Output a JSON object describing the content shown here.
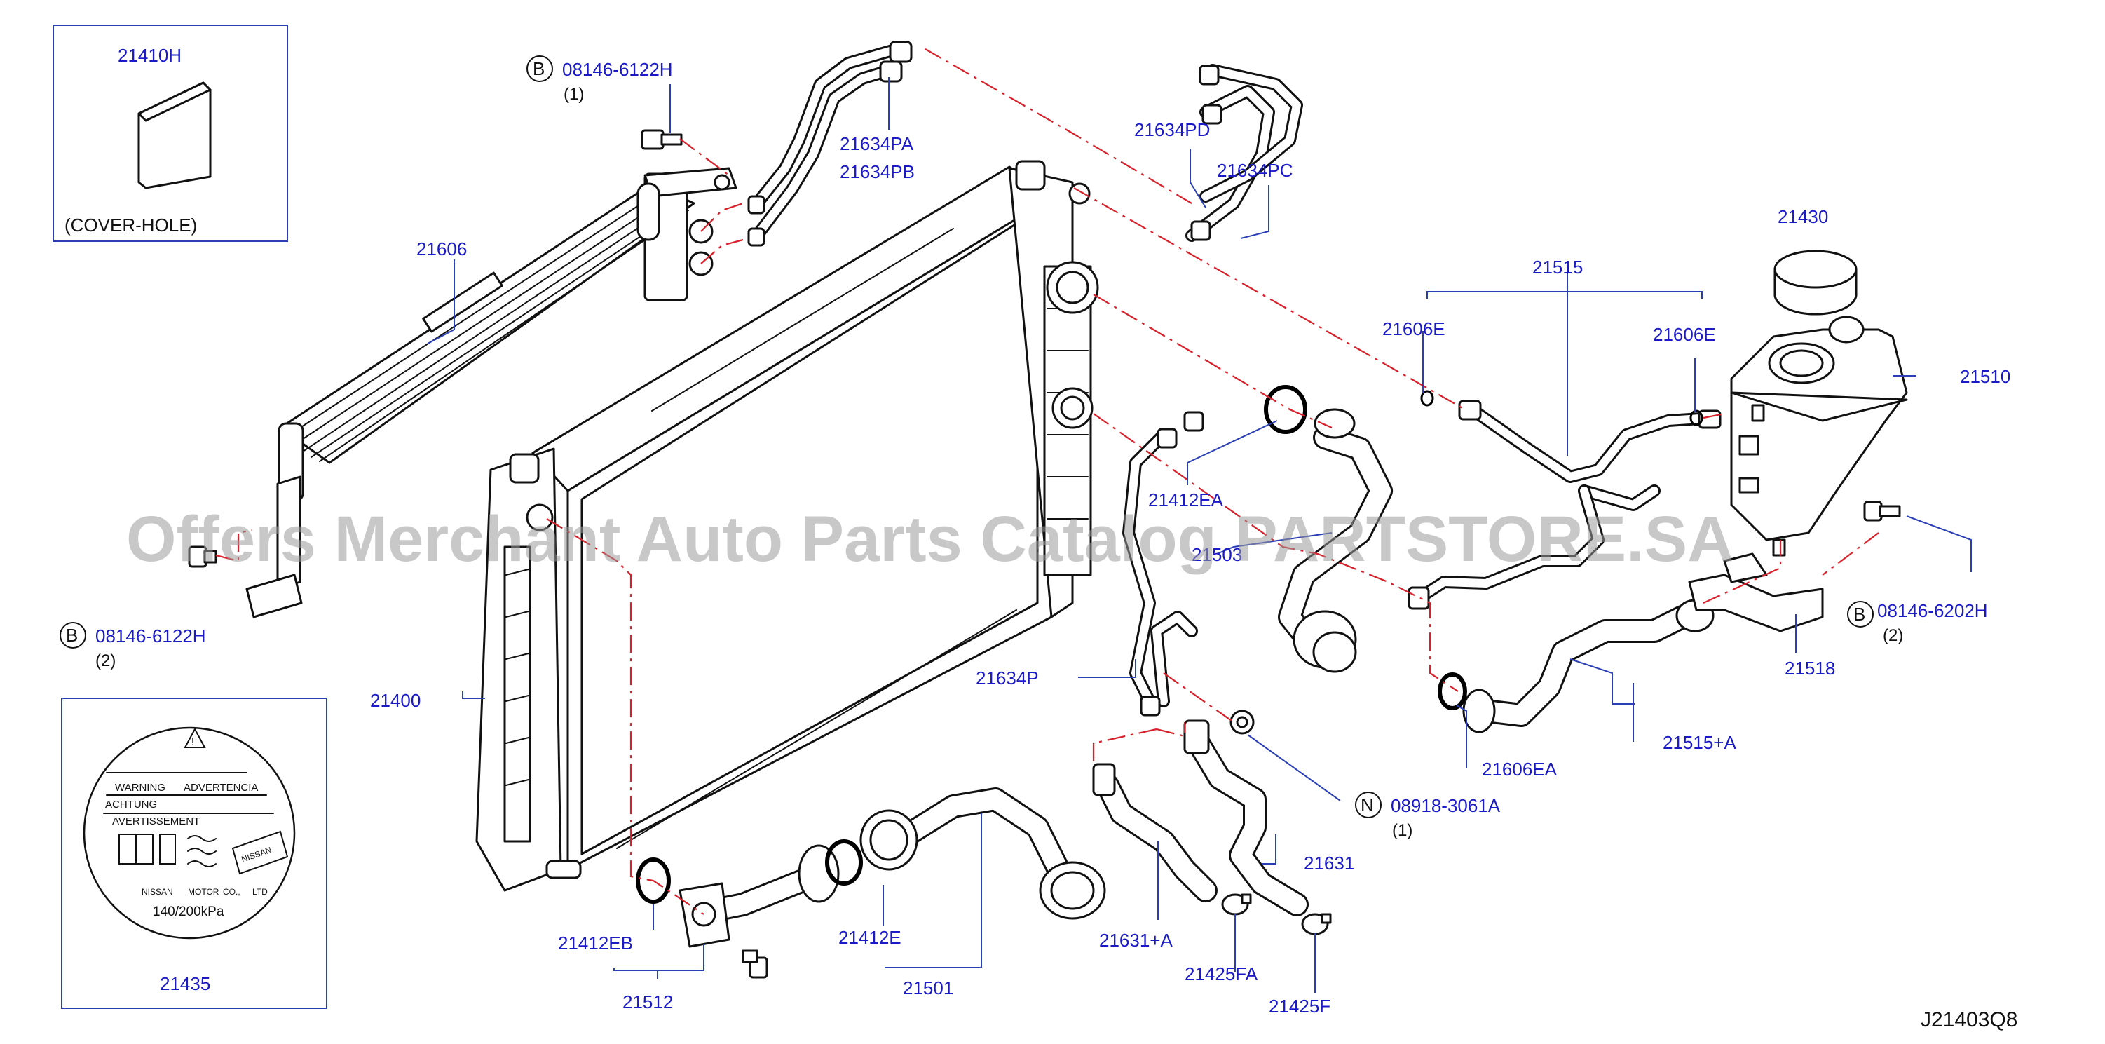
{
  "watermark": "Offers Merchant Auto Parts Catalog PARTSTORE.SA",
  "diagram_code": "J21403Q8",
  "bolt_markers": {
    "B": "B",
    "N": "N"
  },
  "inset_cover": {
    "part": "21410H",
    "caption": "(COVER-HOLE)"
  },
  "inset_label": {
    "part": "21435",
    "warning": "WARNING",
    "advertencia": "ADVERTENCIA",
    "achtung": "ACHTUNG",
    "avertissement": "AVERTISSEMENT",
    "nissan": "NISSAN",
    "motor": "MOTOR",
    "co": "CO.,",
    "ltd": "LTD",
    "pressure": "140/200kPa",
    "logo": "NISSAN"
  },
  "labels": {
    "p08146_6122H_top": "08146-6122H",
    "q1_top": "(1)",
    "p21634PA": "21634PA",
    "p21634PB": "21634PB",
    "p21634PD": "21634PD",
    "p21634PC": "21634PC",
    "p21430": "21430",
    "p21515": "21515",
    "p21606E_left": "21606E",
    "p21606E_right": "21606E",
    "p21510": "21510",
    "p21606": "21606",
    "p21412EA": "21412EA",
    "p21503": "21503",
    "p08146_6202H": "08146-6202H",
    "q2_right": "(2)",
    "p08146_6122H_left": "08146-6122H",
    "q2_left": "(2)",
    "p21518": "21518",
    "p21634P": "21634P",
    "p21400": "21400",
    "p21515A": "21515+A",
    "p21606EA": "21606EA",
    "p08918_3061A": "08918-3061A",
    "q1_right": "(1)",
    "p21631": "21631",
    "p21631A": "21631+A",
    "p21425FA": "21425FA",
    "p21425F": "21425F",
    "p21412EB": "21412EB",
    "p21412E": "21412E",
    "p21501": "21501",
    "p21512": "21512"
  }
}
